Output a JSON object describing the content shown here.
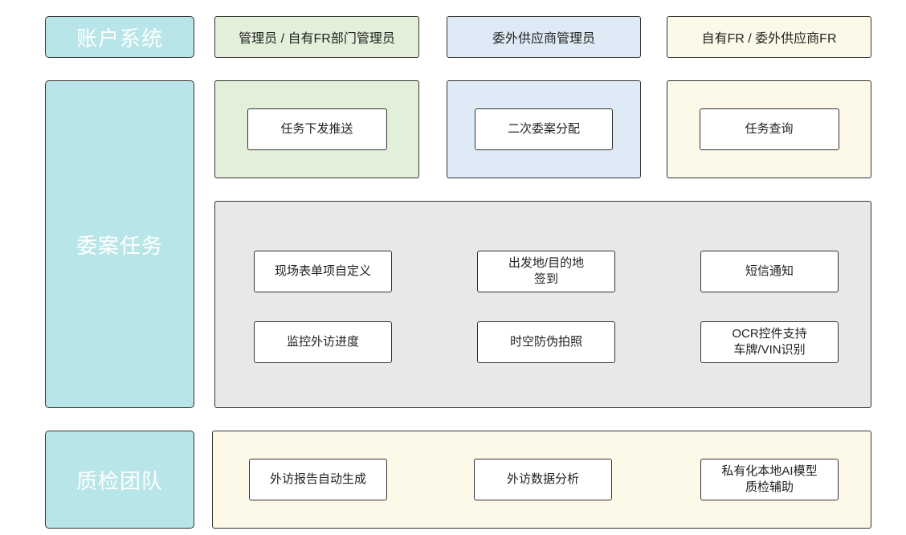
{
  "colors": {
    "side": "#b8e6e8",
    "green": "#e2f0d9",
    "blue": "#deebf7",
    "cream": "#fdf9e8",
    "gray": "#e8e8e8",
    "border": "#333333"
  },
  "side_labels": {
    "account": "账户系统",
    "task": "委案任务",
    "qc": "质检团队"
  },
  "account_row": {
    "admin": "管理员 / 自有FR部门管理员",
    "supplier_admin": "委外供应商管理员",
    "fr": "自有FR / 委外供应商FR"
  },
  "task_row": {
    "push": "任务下发推送",
    "reassign": "二次委案分配",
    "query": "任务查询"
  },
  "features": {
    "form_custom": "现场表单项自定义",
    "checkin": "出发地/目的地\n签到",
    "sms": "短信通知",
    "monitor": "监控外访进度",
    "photo": "时空防伪拍照",
    "ocr": "OCR控件支持\n车牌/VIN识别"
  },
  "qc_row": {
    "report": "外访报告自动生成",
    "analysis": "外访数据分析",
    "ai": "私有化本地AI模型\n质检辅助"
  }
}
